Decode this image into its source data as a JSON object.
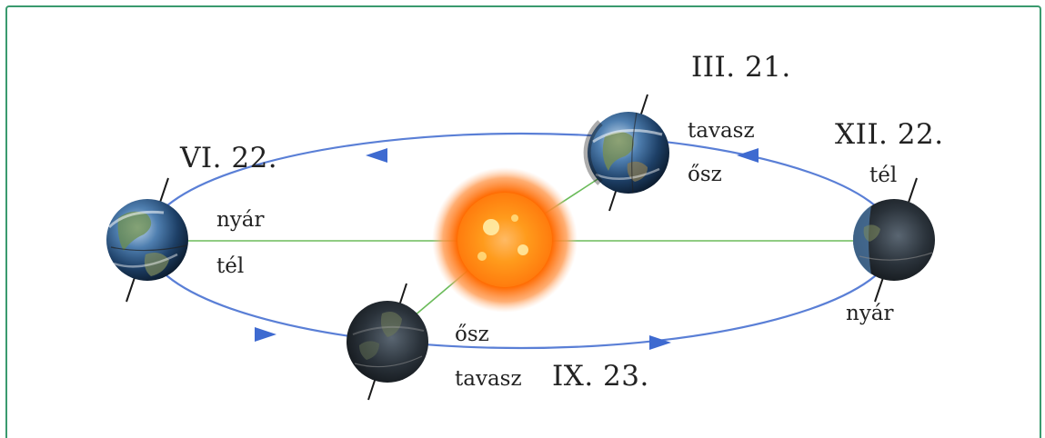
{
  "colors": {
    "frame": "#3a9a6e",
    "orbit": "#5a7fd6",
    "sun_line": "#6bbb5a",
    "sun_core": "#ff7a10",
    "sun_glow": "#ffb070"
  },
  "positions": {
    "june": {
      "date": "VI. 22.",
      "season_top": "nyár",
      "season_bottom": "tél"
    },
    "march": {
      "date": "III. 21.",
      "season_top": "tavasz",
      "season_bottom": "ősz"
    },
    "december": {
      "date": "XII. 22.",
      "season_top": "tél",
      "season_bottom": "nyár"
    },
    "september": {
      "date": "IX. 23.",
      "season_top": "ősz",
      "season_bottom": "tavasz"
    }
  },
  "icons": {
    "sun": "sun-icon",
    "earth": "earth-globe-icon",
    "orbit_arrow": "orbit-arrow-icon"
  }
}
